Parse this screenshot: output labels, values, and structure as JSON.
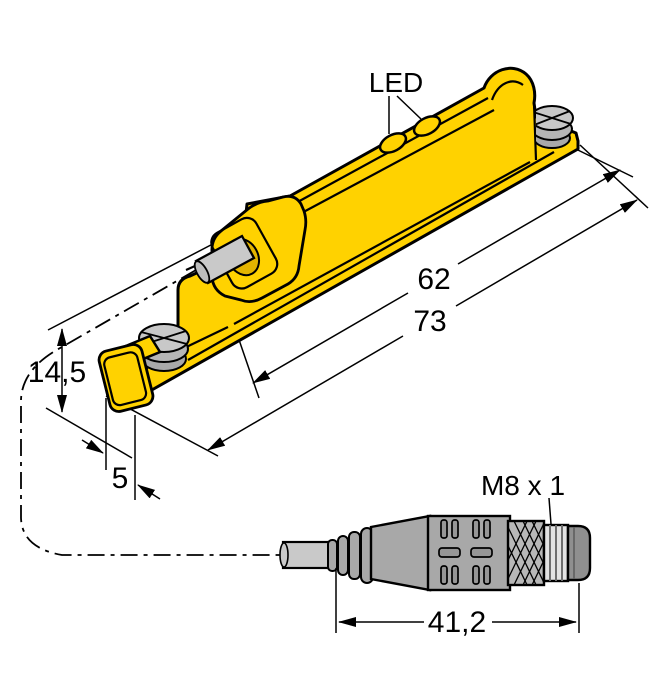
{
  "drawing": {
    "type": "dimensional-technical-drawing",
    "labels": {
      "led": "LED",
      "thread": "M8 x 1"
    },
    "dimensions": {
      "body_length_inner": "62",
      "body_length_outer": "73",
      "height": "14,5",
      "clamp_width": "5",
      "connector_length": "41,2"
    },
    "colors": {
      "housing_yellow": "#ffd200",
      "outline": "#000000",
      "cable_gray": "#c9c9c9",
      "connector_gray": "#a8a8a8",
      "connector_thread": "#e3e3e3",
      "connector_nut": "#8f8f8f",
      "screw_gray": "#c6c6c6",
      "background": "#ffffff"
    }
  }
}
